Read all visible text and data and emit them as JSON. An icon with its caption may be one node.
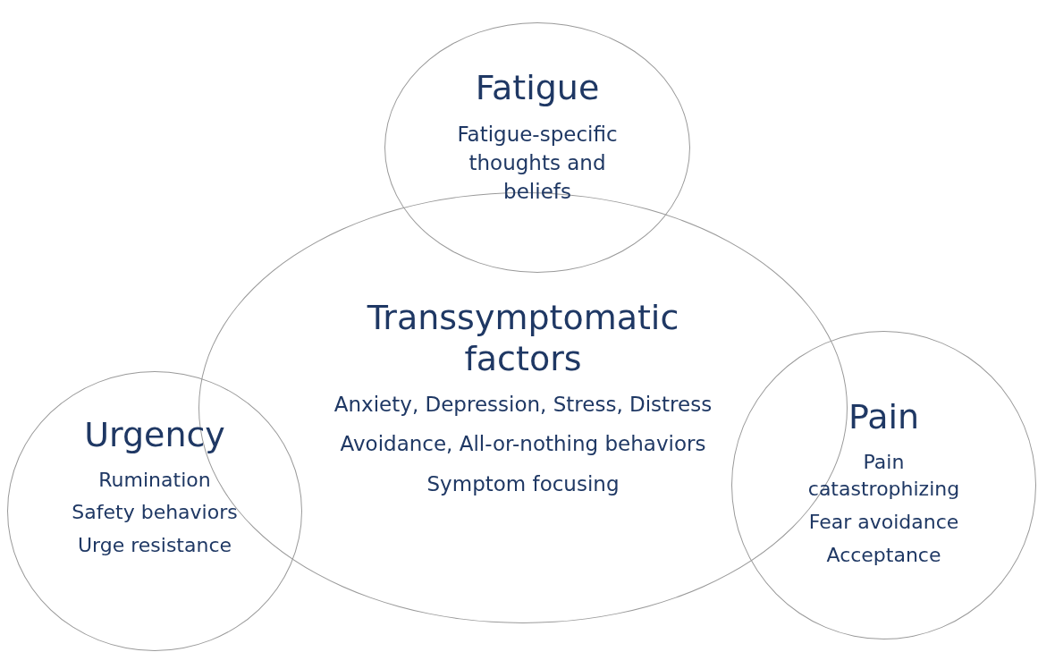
{
  "diagram": {
    "nodes": [
      {
        "text": [
          "Fatigue",
          "Fatigue-specific thoughts and beliefs"
        ]
      },
      {
        "text": [
          "Transsymptomatic factors",
          "Anxiety, Depression, Stress, Distress",
          "Avoidance, All-or-nothing behaviors",
          "Symptom focusing"
        ]
      },
      {
        "text": [
          "Urgency",
          "Rumination",
          "Safety behaviors",
          "Urge resistance"
        ]
      },
      {
        "text": [
          "Pain",
          "Pain catastrophizing",
          "Fear avoidance",
          "Acceptance"
        ]
      }
    ]
  }
}
